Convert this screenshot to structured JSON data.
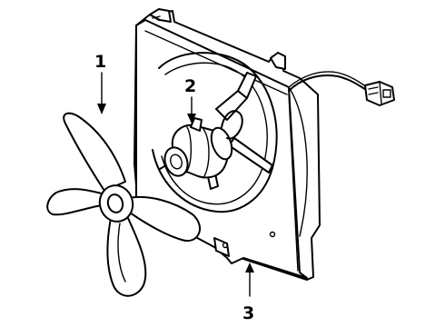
{
  "callouts": [
    {
      "id": "1",
      "label": "1"
    },
    {
      "id": "2",
      "label": "2"
    },
    {
      "id": "3",
      "label": "3"
    }
  ],
  "parts": {
    "fan_blade": "fan-blade",
    "fan_motor": "fan-motor",
    "fan_shroud": "fan-shroud",
    "wire_harness": "wire-harness"
  }
}
